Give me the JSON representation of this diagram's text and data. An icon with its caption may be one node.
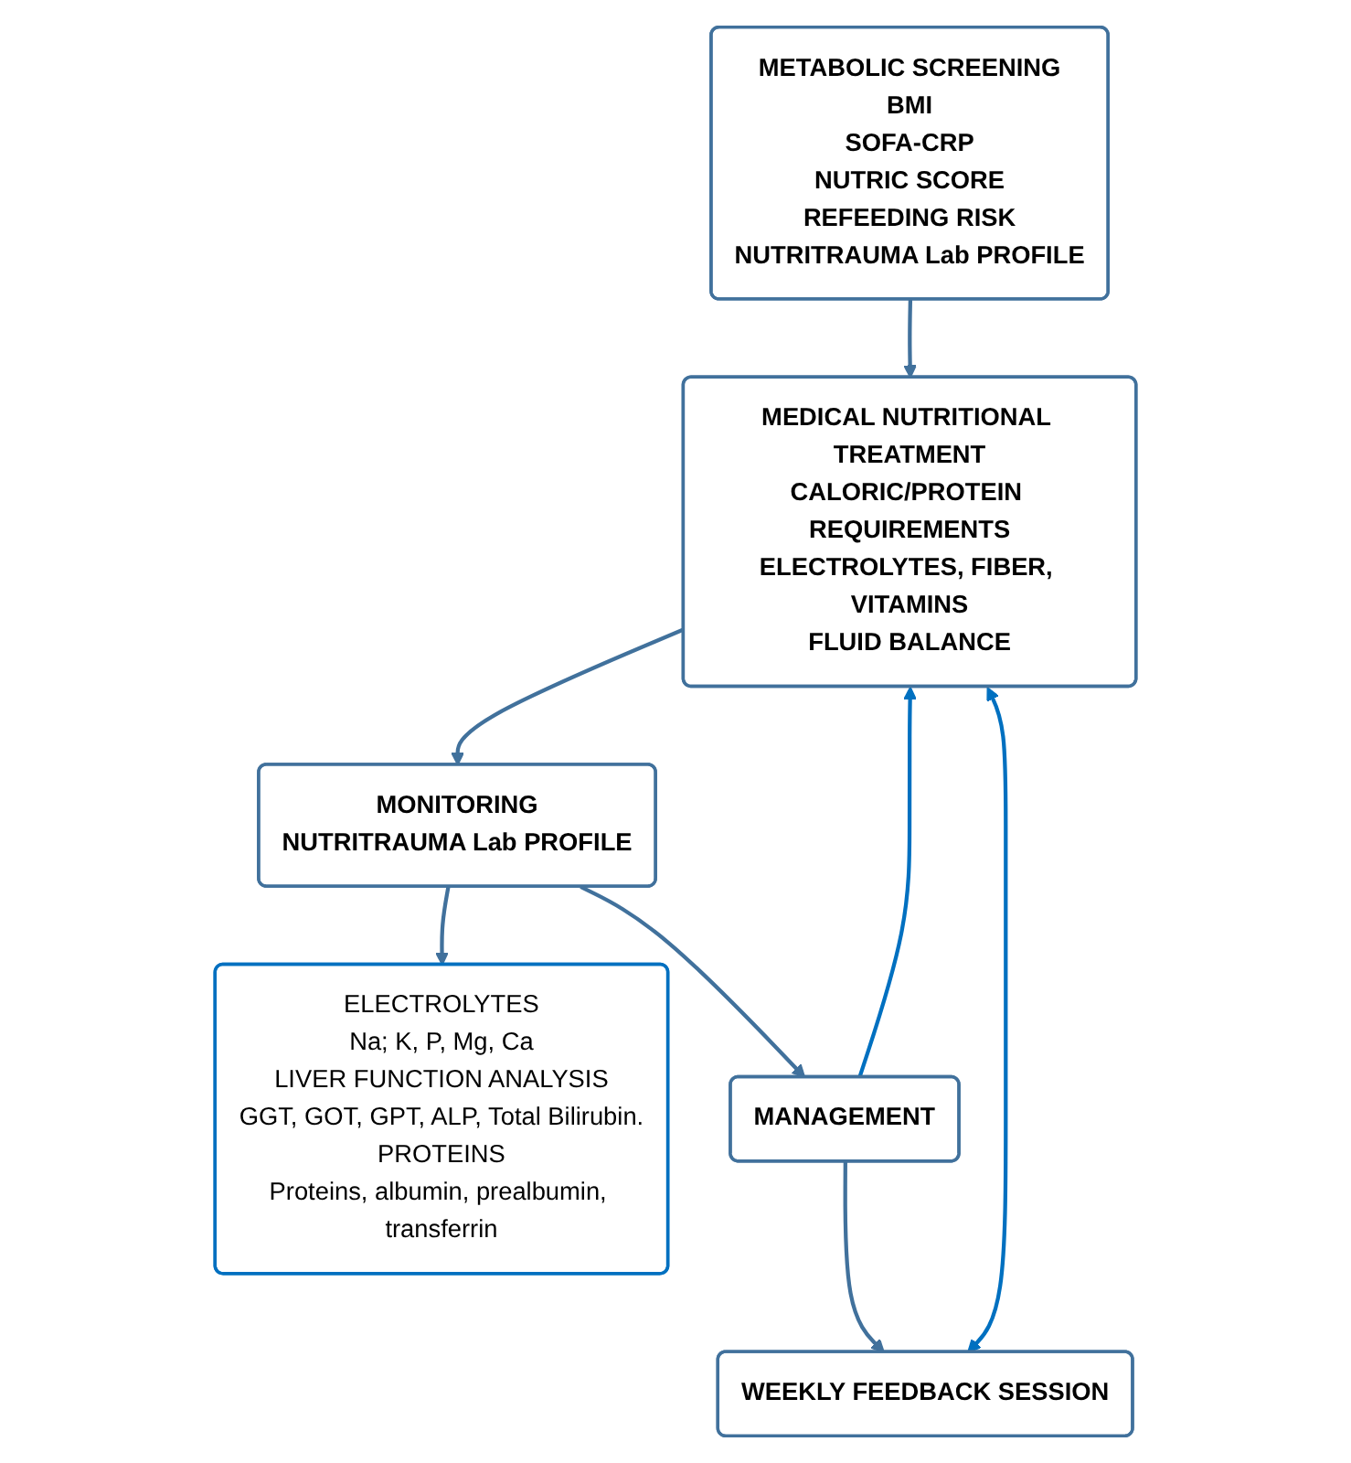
{
  "diagram": {
    "nodes": [
      {
        "text": [
          "METABOLIC SCREENING",
          "BMI",
          "SOFA-CRP",
          "NUTRIC SCORE",
          "REFEEDING RISK",
          "NUTRITRAUMA Lab PROFILE"
        ]
      },
      {
        "text": [
          "MEDICAL NUTRITIONAL TREATMENT",
          "CALORIC/PROTEIN REQUIREMENTS",
          "ELECTROLYTES, FIBER, VITAMINS",
          "FLUID BALANCE"
        ]
      },
      {
        "text": [
          "MONITORING",
          "NUTRITRAUMA Lab PROFILE"
        ]
      },
      {
        "text": [
          "ELECTROLYTES",
          "Na; K, P, Mg, Ca",
          "LIVER FUNCTION ANALYSIS",
          "GGT, GOT, GPT, ALP, Total Bilirubin.",
          "PROTEINS",
          "Proteins, albumin, prealbumin, transferrin"
        ]
      },
      {
        "text": [
          "MANAGEMENT"
        ]
      },
      {
        "text": [
          "WEEKLY FEEDBACK SESSION"
        ]
      }
    ],
    "edges": [
      {
        "from": 0,
        "to": 1,
        "arrow": "to"
      },
      {
        "from": 1,
        "to": 2,
        "arrow": "to"
      },
      {
        "from": 2,
        "to": 3,
        "arrow": "to"
      },
      {
        "from": 2,
        "to": 4,
        "arrow": "to"
      },
      {
        "from": 4,
        "to": 5,
        "arrow": "to"
      },
      {
        "from": 4,
        "to": 1,
        "arrow": "to",
        "color": "#0070c0"
      },
      {
        "from": 1,
        "to": 5,
        "arrow": "both",
        "color": "#0070c0"
      }
    ]
  }
}
